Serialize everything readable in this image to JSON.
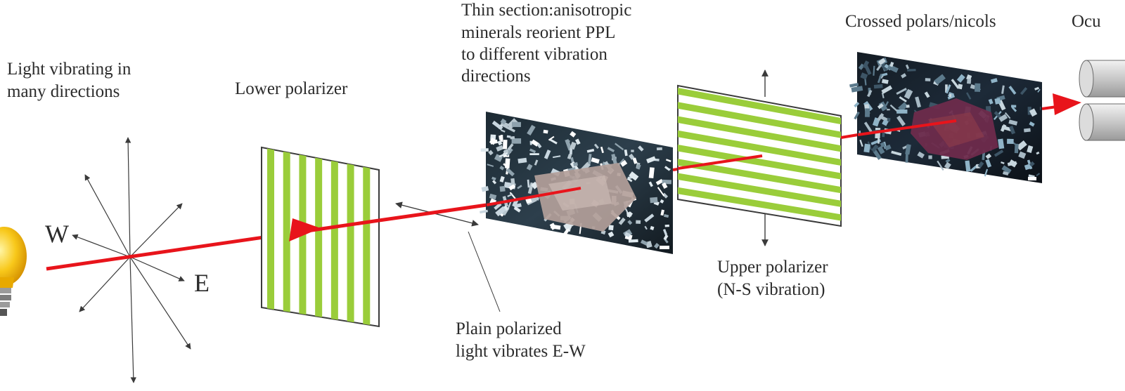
{
  "labels": {
    "light_source": [
      "Light vibrating in",
      "many directions"
    ],
    "lower_polarizer": "Lower polarizer",
    "thin_section": [
      "Thin section:anisotropic",
      "minerals reorient PPL",
      "to different vibration",
      "directions"
    ],
    "plain_polarized": [
      "Plain polarized",
      "light vibrates E-W"
    ],
    "upper_polarizer": [
      "Upper polarizer",
      "(N-S vibration)"
    ],
    "crossed_polars": "Crossed polars/nicols",
    "ocular": "Ocu"
  },
  "directions": {
    "west": "W",
    "east": "E"
  },
  "colors": {
    "light_ray": "#e8141b",
    "polarizer_stripe": "#9acd3a",
    "polarizer_border": "#3b3b3b",
    "text": "#2b2b2b",
    "bulb": "#f5b800"
  },
  "icons": {
    "light_source": "light-bulb-icon",
    "ocular": "ocular-lens-icon"
  }
}
